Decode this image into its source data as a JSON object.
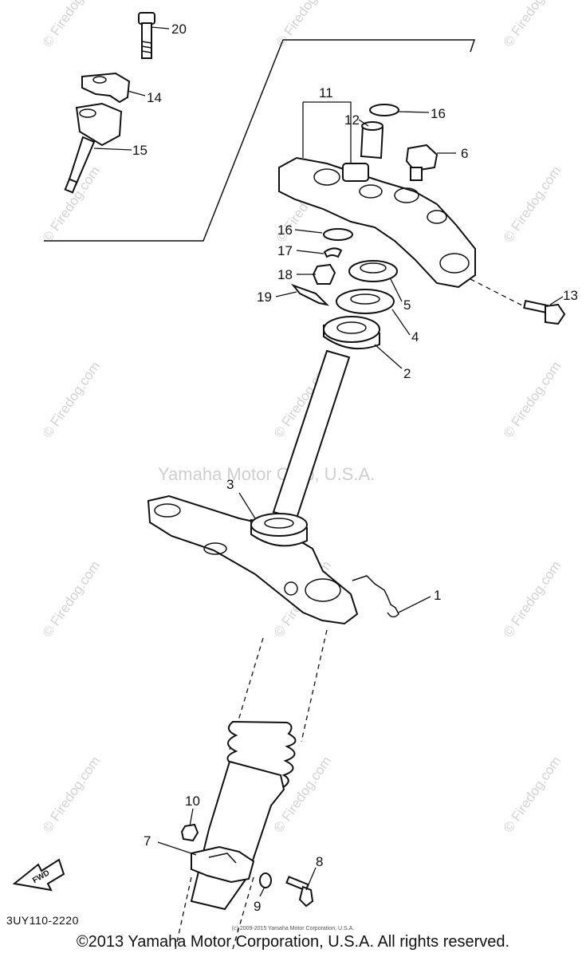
{
  "diagram": {
    "center_watermark": "Yamaha Motor Corp, U.S.A.",
    "watermark_text": "© Firedog.com",
    "fwd_label": "FWD",
    "callouts": {
      "c1": "1",
      "c2": "2",
      "c3": "3",
      "c4": "4",
      "c5": "5",
      "c6": "6",
      "c7": "7",
      "c8": "8",
      "c9": "9",
      "c10": "10",
      "c11": "11",
      "c12": "12",
      "c13": "13",
      "c14": "14",
      "c15": "15",
      "c16a": "16",
      "c16b": "16",
      "c17": "17",
      "c18": "18",
      "c19": "19",
      "c20": "20"
    }
  },
  "footer": {
    "part_code": "3UY110-2220",
    "small_copyright": "(c) 2009-2015 Yamaha Motor Corporation, U.S.A.",
    "copyright": "©2013 Yamaha Motor Corporation, U.S.A. All rights reserved."
  }
}
